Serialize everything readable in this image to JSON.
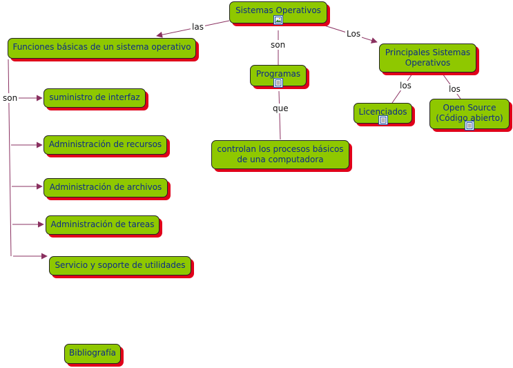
{
  "nodes": {
    "sistemas": "Sistemas Operativos",
    "funciones": "Funciones básicas de un sistema operativo",
    "programas": "Programas",
    "controlan": "controlan los procesos básicos de una computadora",
    "principales": "Principales Sistemas Operativos",
    "licenciados": "Licenciados",
    "opensource": "Open Source (Código abierto)",
    "interfaz": "suministro de interfaz",
    "recursos": "Administración de recursos",
    "archivos": "Administración de archivos",
    "tareas": "Administración de tareas",
    "utilidades": "Servicio y soporte de utilidades",
    "bibliografia": "Bibliografía"
  },
  "labels": {
    "las": "las",
    "son_top": "son",
    "los_top": "Los",
    "que": "que",
    "los_lic": "los",
    "los_open": "los",
    "son_left": "son"
  },
  "colors": {
    "node_fill": "#8fc800",
    "node_shadow": "#e0001a",
    "node_text": "#0b2a8a",
    "link": "#8a3060"
  },
  "icons": {
    "sistemas": "image-resource-icon",
    "programas": "document-resource-icon",
    "licenciados": "document-resource-icon",
    "opensource": "document-resource-icon"
  }
}
